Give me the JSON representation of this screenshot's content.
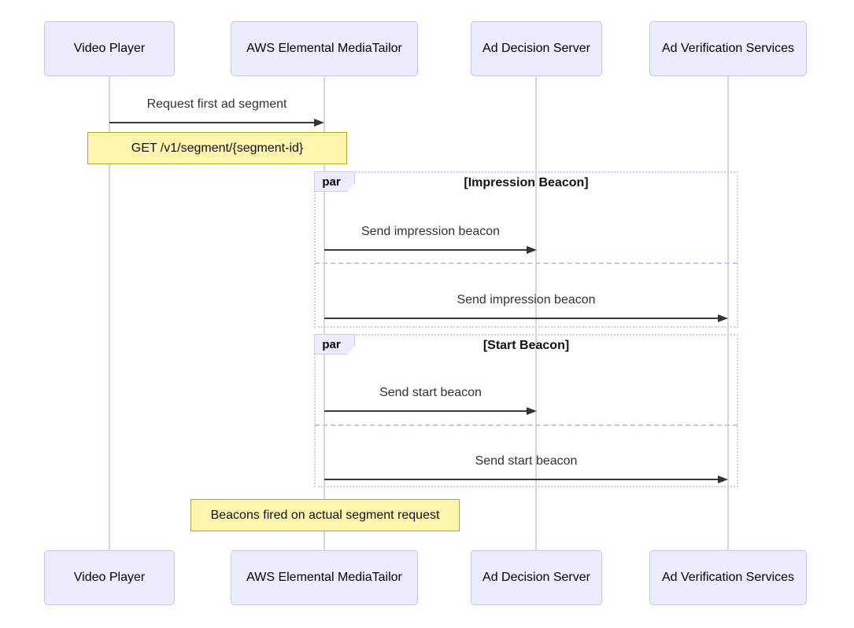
{
  "diagram_type": "sequence-diagram",
  "participants": [
    {
      "id": "video-player",
      "label": "Video Player"
    },
    {
      "id": "mediatailor",
      "label": "AWS Elemental MediaTailor"
    },
    {
      "id": "ad-decision-server",
      "label": "Ad Decision Server"
    },
    {
      "id": "ad-verification-services",
      "label": "Ad Verification Services"
    }
  ],
  "messages": [
    {
      "from": "Video Player",
      "to": "AWS Elemental MediaTailor",
      "label": "Request first ad segment",
      "style": "solid-arrow"
    },
    {
      "from": "AWS Elemental MediaTailor",
      "to": "Ad Decision Server",
      "label": "Send impression beacon",
      "style": "solid-arrow"
    },
    {
      "from": "AWS Elemental MediaTailor",
      "to": "Ad Verification Services",
      "label": "Send impression beacon",
      "style": "solid-arrow"
    },
    {
      "from": "AWS Elemental MediaTailor",
      "to": "Ad Decision Server",
      "label": "Send start beacon",
      "style": "solid-arrow"
    },
    {
      "from": "AWS Elemental MediaTailor",
      "to": "Ad Verification Services",
      "label": "Send start beacon",
      "style": "solid-arrow"
    }
  ],
  "notes": [
    {
      "over": "Video Player, AWS Elemental MediaTailor",
      "label": "GET /v1/segment/{segment-id}"
    },
    {
      "over": "AWS Elemental MediaTailor",
      "label": "Beacons fired on actual segment request"
    }
  ],
  "par_blocks": [
    {
      "keyword": "par",
      "title": "[Impression Beacon]"
    },
    {
      "keyword": "par",
      "title": "[Start Beacon]"
    }
  ],
  "colors": {
    "actor_fill": "#ECECFF",
    "actor_border": "#C6C4EF",
    "lifeline": "#D9D3EE",
    "note_fill": "#FFF5AD",
    "note_border": "#AAAA33",
    "par_border": "#CFCBF3",
    "arrow": "#333333",
    "text": "#000000"
  }
}
